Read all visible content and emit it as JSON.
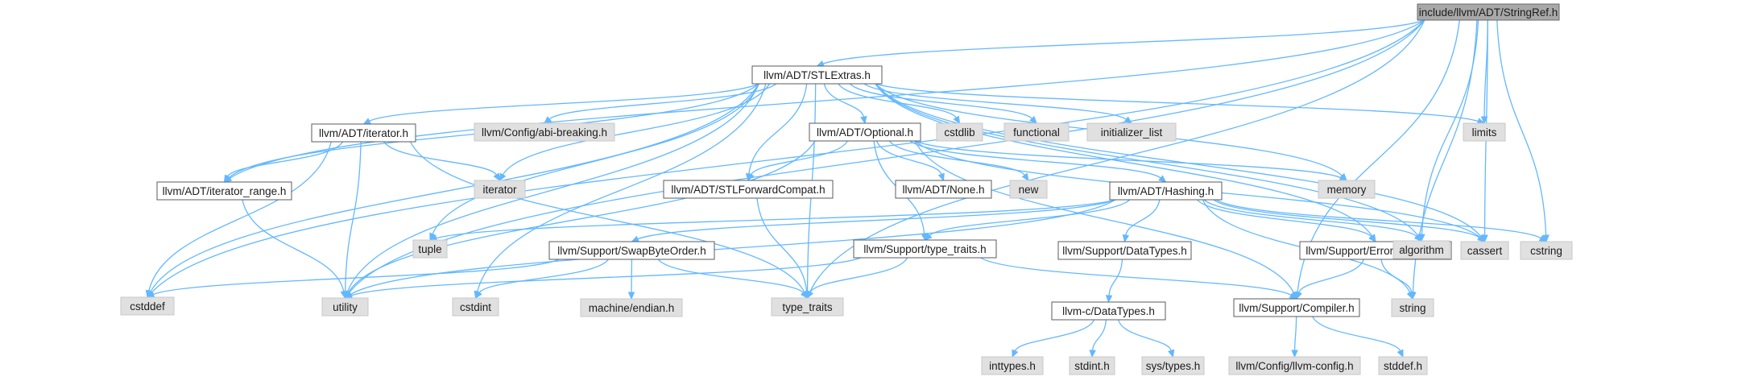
{
  "graph": {
    "root": "include/llvm/ADT/StringRef.h",
    "colors": {
      "edge": "#63b8ff",
      "root_fill": "#a8a8a8",
      "system_fill": "#e0e0e0",
      "local_fill": "#ffffff"
    },
    "nodes": [
      {
        "id": "stringref",
        "label": "include/llvm/ADT/StringRef.h",
        "kind": "root"
      },
      {
        "id": "stlextras",
        "label": "llvm/ADT/STLExtras.h",
        "kind": "local"
      },
      {
        "id": "iterator_h",
        "label": "llvm/ADT/iterator.h",
        "kind": "local"
      },
      {
        "id": "abi",
        "label": "llvm/Config/abi-breaking.h",
        "kind": "system"
      },
      {
        "id": "optional",
        "label": "llvm/ADT/Optional.h",
        "kind": "local"
      },
      {
        "id": "cstdlib",
        "label": "cstdlib",
        "kind": "system"
      },
      {
        "id": "functional",
        "label": "functional",
        "kind": "system"
      },
      {
        "id": "initializer_list",
        "label": "initializer_list",
        "kind": "system"
      },
      {
        "id": "limits",
        "label": "limits",
        "kind": "system"
      },
      {
        "id": "iterator_range",
        "label": "llvm/ADT/iterator_range.h",
        "kind": "local"
      },
      {
        "id": "iterator",
        "label": "iterator",
        "kind": "system"
      },
      {
        "id": "stlforward",
        "label": "llvm/ADT/STLForwardCompat.h",
        "kind": "local"
      },
      {
        "id": "none",
        "label": "llvm/ADT/None.h",
        "kind": "local"
      },
      {
        "id": "new",
        "label": "new",
        "kind": "system"
      },
      {
        "id": "hashing",
        "label": "llvm/ADT/Hashing.h",
        "kind": "local"
      },
      {
        "id": "memory",
        "label": "memory",
        "kind": "system"
      },
      {
        "id": "tuple",
        "label": "tuple",
        "kind": "system"
      },
      {
        "id": "swapbyte",
        "label": "llvm/Support/SwapByteOrder.h",
        "kind": "local"
      },
      {
        "id": "typetraits_h",
        "label": "llvm/Support/type_traits.h",
        "kind": "local"
      },
      {
        "id": "datatypes_support",
        "label": "llvm/Support/DataTypes.h",
        "kind": "local"
      },
      {
        "id": "errorhandling",
        "label": "llvm/Support/ErrorHandling.h",
        "kind": "local"
      },
      {
        "id": "algorithm",
        "label": "algorithm",
        "kind": "system"
      },
      {
        "id": "cassert",
        "label": "cassert",
        "kind": "system"
      },
      {
        "id": "cstring",
        "label": "cstring",
        "kind": "system"
      },
      {
        "id": "cstddef",
        "label": "cstddef",
        "kind": "system"
      },
      {
        "id": "utility",
        "label": "utility",
        "kind": "system"
      },
      {
        "id": "cstdint",
        "label": "cstdint",
        "kind": "system"
      },
      {
        "id": "endian",
        "label": "machine/endian.h",
        "kind": "system"
      },
      {
        "id": "type_traits",
        "label": "type_traits",
        "kind": "system"
      },
      {
        "id": "compiler",
        "label": "llvm/Support/Compiler.h",
        "kind": "local"
      },
      {
        "id": "string",
        "label": "string",
        "kind": "system"
      },
      {
        "id": "llvmc_datatypes",
        "label": "llvm-c/DataTypes.h",
        "kind": "local"
      },
      {
        "id": "inttypes",
        "label": "inttypes.h",
        "kind": "system"
      },
      {
        "id": "stdint",
        "label": "stdint.h",
        "kind": "system"
      },
      {
        "id": "systypes",
        "label": "sys/types.h",
        "kind": "system"
      },
      {
        "id": "llvmconfig",
        "label": "llvm/Config/llvm-config.h",
        "kind": "system"
      },
      {
        "id": "stddef",
        "label": "stddef.h",
        "kind": "system"
      }
    ],
    "edges": [
      [
        "stringref",
        "stlextras"
      ],
      [
        "stringref",
        "iterator_range"
      ],
      [
        "stringref",
        "compiler"
      ],
      [
        "stringref",
        "algorithm"
      ],
      [
        "stringref",
        "cassert"
      ],
      [
        "stringref",
        "cstddef"
      ],
      [
        "stringref",
        "cstring"
      ],
      [
        "stringref",
        "limits"
      ],
      [
        "stringref",
        "string"
      ],
      [
        "stringref",
        "type_traits"
      ],
      [
        "stringref",
        "utility"
      ],
      [
        "stlextras",
        "optional"
      ],
      [
        "stlextras",
        "stlforward"
      ],
      [
        "stlextras",
        "iterator_h"
      ],
      [
        "stlextras",
        "iterator_range"
      ],
      [
        "stlextras",
        "abi"
      ],
      [
        "stlextras",
        "errorhandling"
      ],
      [
        "stlextras",
        "algorithm"
      ],
      [
        "stlextras",
        "cassert"
      ],
      [
        "stlextras",
        "cstddef"
      ],
      [
        "stlextras",
        "cstdint"
      ],
      [
        "stlextras",
        "cstdlib"
      ],
      [
        "stlextras",
        "functional"
      ],
      [
        "stlextras",
        "initializer_list"
      ],
      [
        "stlextras",
        "iterator"
      ],
      [
        "stlextras",
        "limits"
      ],
      [
        "stlextras",
        "memory"
      ],
      [
        "stlextras",
        "tuple"
      ],
      [
        "stlextras",
        "type_traits"
      ],
      [
        "stlextras",
        "utility"
      ],
      [
        "iterator_h",
        "iterator_range"
      ],
      [
        "iterator_h",
        "cstddef"
      ],
      [
        "iterator_h",
        "iterator"
      ],
      [
        "iterator_h",
        "type_traits"
      ],
      [
        "iterator_h",
        "utility"
      ],
      [
        "iterator_range",
        "utility"
      ],
      [
        "optional",
        "none"
      ],
      [
        "optional",
        "hashing"
      ],
      [
        "optional",
        "stlforward"
      ],
      [
        "optional",
        "compiler"
      ],
      [
        "optional",
        "typetraits_h"
      ],
      [
        "optional",
        "cassert"
      ],
      [
        "optional",
        "memory"
      ],
      [
        "optional",
        "new"
      ],
      [
        "optional",
        "utility"
      ],
      [
        "stlforward",
        "type_traits"
      ],
      [
        "hashing",
        "errorhandling"
      ],
      [
        "hashing",
        "swapbyte"
      ],
      [
        "hashing",
        "typetraits_h"
      ],
      [
        "hashing",
        "datatypes_support"
      ],
      [
        "hashing",
        "algorithm"
      ],
      [
        "hashing",
        "cassert"
      ],
      [
        "hashing",
        "cstring"
      ],
      [
        "hashing",
        "string"
      ],
      [
        "hashing",
        "tuple"
      ],
      [
        "hashing",
        "utility"
      ],
      [
        "swapbyte",
        "cstddef"
      ],
      [
        "swapbyte",
        "cstdint"
      ],
      [
        "swapbyte",
        "type_traits"
      ],
      [
        "swapbyte",
        "endian"
      ],
      [
        "typetraits_h",
        "compiler"
      ],
      [
        "typetraits_h",
        "type_traits"
      ],
      [
        "typetraits_h",
        "utility"
      ],
      [
        "errorhandling",
        "compiler"
      ],
      [
        "errorhandling",
        "string"
      ],
      [
        "datatypes_support",
        "llvmc_datatypes"
      ],
      [
        "llvmc_datatypes",
        "inttypes"
      ],
      [
        "llvmc_datatypes",
        "stdint"
      ],
      [
        "llvmc_datatypes",
        "systypes"
      ],
      [
        "compiler",
        "llvmconfig"
      ],
      [
        "compiler",
        "stddef"
      ]
    ]
  }
}
